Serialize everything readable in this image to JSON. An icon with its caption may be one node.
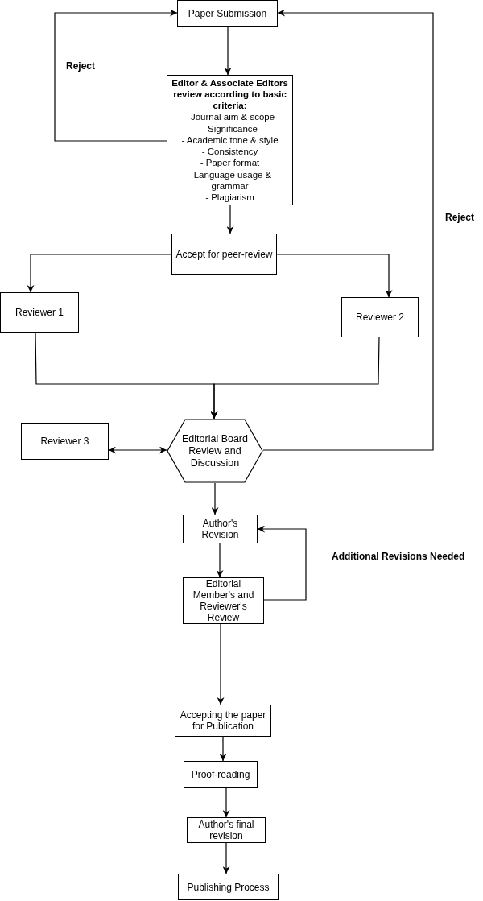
{
  "diagram": {
    "nodes": [
      {
        "text": [
          "Paper Submission"
        ]
      },
      {
        "text": [
          "Editor & Associate Editors review according to basic criteria:",
          "- Journal aim & scope",
          "- Significance",
          "- Academic tone & style",
          "- Consistency",
          "- Paper format",
          "- Language usage & grammar",
          "- Plagiarism"
        ]
      },
      {
        "text": [
          "Accept for peer-review"
        ]
      },
      {
        "text": [
          "Reviewer 1"
        ]
      },
      {
        "text": [
          "Reviewer 2"
        ]
      },
      {
        "text": [
          "Reviewer 3"
        ]
      },
      {
        "text": [
          "Editorial Board Review and Discussion"
        ]
      },
      {
        "text": [
          "Author's Revision"
        ]
      },
      {
        "text": [
          "Editorial Member's and Reviewer's Review"
        ]
      },
      {
        "text": [
          "Accepting the paper for Publication"
        ]
      },
      {
        "text": [
          "Proof-reading"
        ]
      },
      {
        "text": [
          "Author's final revision"
        ]
      },
      {
        "text": [
          "Publishing Process"
        ]
      }
    ],
    "edges": [
      {
        "from": 0,
        "to": 1,
        "arrow": "to"
      },
      {
        "from": 1,
        "to": 0,
        "arrow": "to",
        "label": "Reject"
      },
      {
        "from": 1,
        "to": 2,
        "arrow": "to"
      },
      {
        "from": 2,
        "to": 3,
        "arrow": "to"
      },
      {
        "from": 2,
        "to": 4,
        "arrow": "to"
      },
      {
        "from": 3,
        "to": 6,
        "arrow": "to"
      },
      {
        "from": 4,
        "to": 6,
        "arrow": "to"
      },
      {
        "from": 5,
        "to": 6,
        "arrow": "both"
      },
      {
        "from": 6,
        "to": 0,
        "arrow": "to",
        "label": "Reject"
      },
      {
        "from": 6,
        "to": 7,
        "arrow": "to"
      },
      {
        "from": 7,
        "to": 8,
        "arrow": "to"
      },
      {
        "from": 8,
        "to": 7,
        "arrow": "to",
        "label": "Additional Revisions Needed"
      },
      {
        "from": 8,
        "to": 9,
        "arrow": "to"
      },
      {
        "from": 9,
        "to": 10,
        "arrow": "to"
      },
      {
        "from": 10,
        "to": 11,
        "arrow": "to"
      },
      {
        "from": 11,
        "to": 12,
        "arrow": "to"
      }
    ]
  }
}
